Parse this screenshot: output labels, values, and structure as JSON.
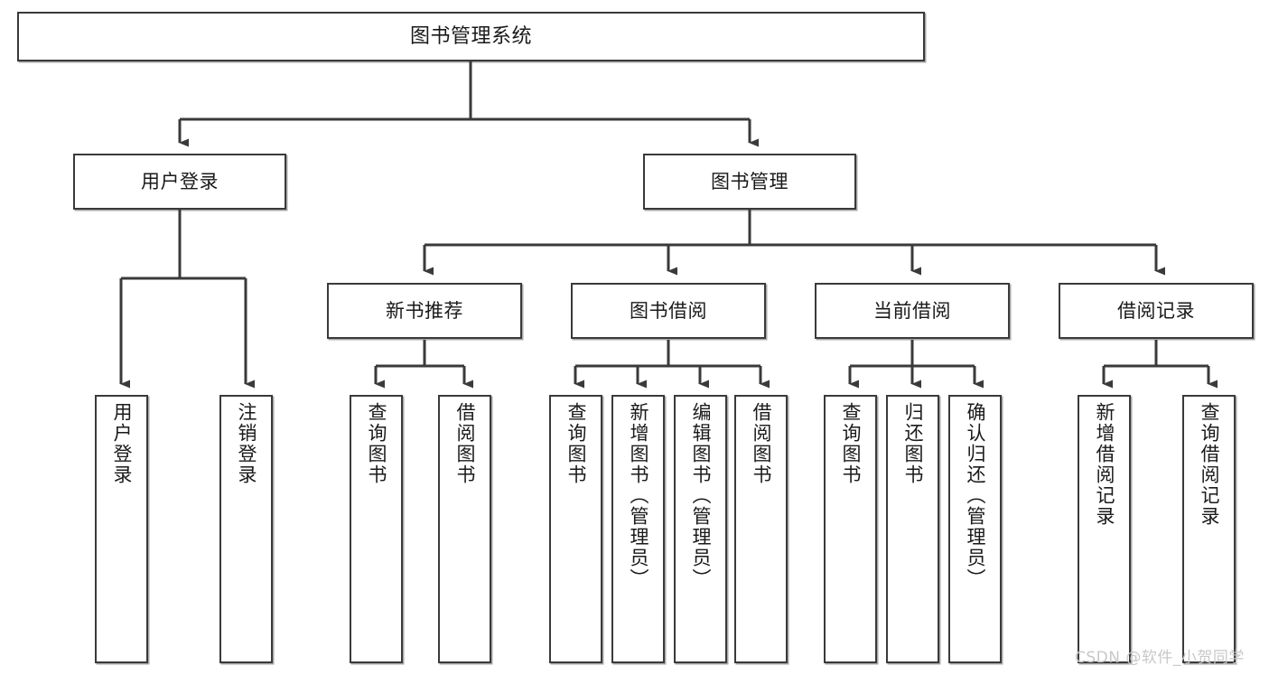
{
  "diagram": {
    "type": "tree-hierarchy",
    "title": "图书管理系统",
    "watermark": "CSDN @软件_小贺同学",
    "accent_colors": {
      "box_border": "#3a3a3a",
      "connector": "#3a3a3a",
      "background": "#ffffff",
      "text": "#1a1a1a",
      "watermark": "#c8c8c8"
    },
    "levels": [
      {
        "level": 1,
        "nodes": [
          {
            "id": "root",
            "label": "图书管理系统"
          }
        ]
      },
      {
        "level": 2,
        "nodes": [
          {
            "id": "user-login",
            "label": "用户登录"
          },
          {
            "id": "book-manage",
            "label": "图书管理"
          }
        ]
      },
      {
        "level": 3,
        "nodes": [
          {
            "id": "new-book-recommend",
            "label": "新书推荐"
          },
          {
            "id": "book-borrow",
            "label": "图书借阅"
          },
          {
            "id": "current-borrow",
            "label": "当前借阅"
          },
          {
            "id": "borrow-record",
            "label": "借阅记录"
          }
        ]
      },
      {
        "level": 4,
        "nodes": [
          {
            "id": "leaf-user-login",
            "label": "用户登录"
          },
          {
            "id": "leaf-logout-login",
            "label": "注销登录"
          },
          {
            "id": "leaf-query-book-1",
            "label": "查询图书"
          },
          {
            "id": "leaf-borrow-book-1",
            "label": "借阅图书"
          },
          {
            "id": "leaf-query-book-2",
            "label": "查询图书"
          },
          {
            "id": "leaf-add-book",
            "label": "新增图书（管理员）"
          },
          {
            "id": "leaf-edit-book",
            "label": "编辑图书（管理员）"
          },
          {
            "id": "leaf-borrow-book-2",
            "label": "借阅图书"
          },
          {
            "id": "leaf-query-book-3",
            "label": "查询图书"
          },
          {
            "id": "leaf-return-book",
            "label": "归还图书"
          },
          {
            "id": "leaf-confirm-return",
            "label": "确认归还（管理员）"
          },
          {
            "id": "leaf-add-borrow-record",
            "label": "新增借阅记录"
          },
          {
            "id": "leaf-query-borrow-record",
            "label": "查询借阅记录"
          }
        ]
      }
    ],
    "edges": [
      {
        "from": "root",
        "to": "user-login"
      },
      {
        "from": "root",
        "to": "book-manage"
      },
      {
        "from": "user-login",
        "to": "leaf-user-login"
      },
      {
        "from": "user-login",
        "to": "leaf-logout-login"
      },
      {
        "from": "book-manage",
        "to": "new-book-recommend"
      },
      {
        "from": "book-manage",
        "to": "book-borrow"
      },
      {
        "from": "book-manage",
        "to": "current-borrow"
      },
      {
        "from": "book-manage",
        "to": "borrow-record"
      },
      {
        "from": "new-book-recommend",
        "to": "leaf-query-book-1"
      },
      {
        "from": "new-book-recommend",
        "to": "leaf-borrow-book-1"
      },
      {
        "from": "book-borrow",
        "to": "leaf-query-book-2"
      },
      {
        "from": "book-borrow",
        "to": "leaf-add-book"
      },
      {
        "from": "book-borrow",
        "to": "leaf-edit-book"
      },
      {
        "from": "book-borrow",
        "to": "leaf-borrow-book-2"
      },
      {
        "from": "current-borrow",
        "to": "leaf-query-book-3"
      },
      {
        "from": "current-borrow",
        "to": "leaf-return-book"
      },
      {
        "from": "current-borrow",
        "to": "leaf-confirm-return"
      },
      {
        "from": "borrow-record",
        "to": "leaf-add-borrow-record"
      },
      {
        "from": "borrow-record",
        "to": "leaf-query-borrow-record"
      }
    ]
  }
}
